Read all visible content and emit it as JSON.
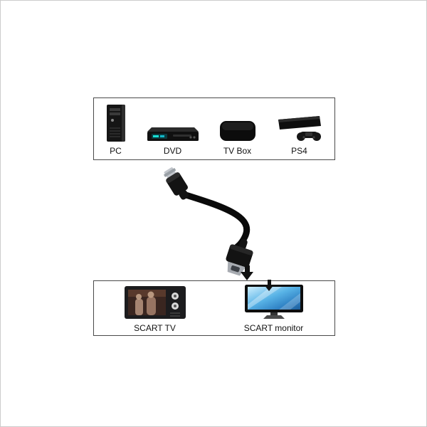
{
  "canvas": {
    "background": "#ffffff",
    "outer_border": "#cccccc"
  },
  "boxes": {
    "border_color": "#4a4a4a"
  },
  "sources": {
    "items": [
      {
        "label": "PC",
        "icon": "pc-tower-icon"
      },
      {
        "label": "DVD",
        "icon": "dvd-player-icon"
      },
      {
        "label": "TV Box",
        "icon": "tv-box-icon"
      },
      {
        "label": "PS4",
        "icon": "ps4-console-icon"
      }
    ]
  },
  "cable": {
    "icon": "hdmi-to-scart-cable-icon",
    "connector_top": "hdmi-plug",
    "connector_bottom": "scart-plug",
    "color": "#0a0a0a"
  },
  "arrows": {
    "icon": "down-arrow-icon",
    "color": "#111111"
  },
  "displays": {
    "items": [
      {
        "label": "SCART TV",
        "icon": "scart-tv-icon"
      },
      {
        "label": "SCART monitor",
        "icon": "scart-monitor-icon"
      }
    ]
  },
  "label_style": {
    "color": "#111111"
  }
}
